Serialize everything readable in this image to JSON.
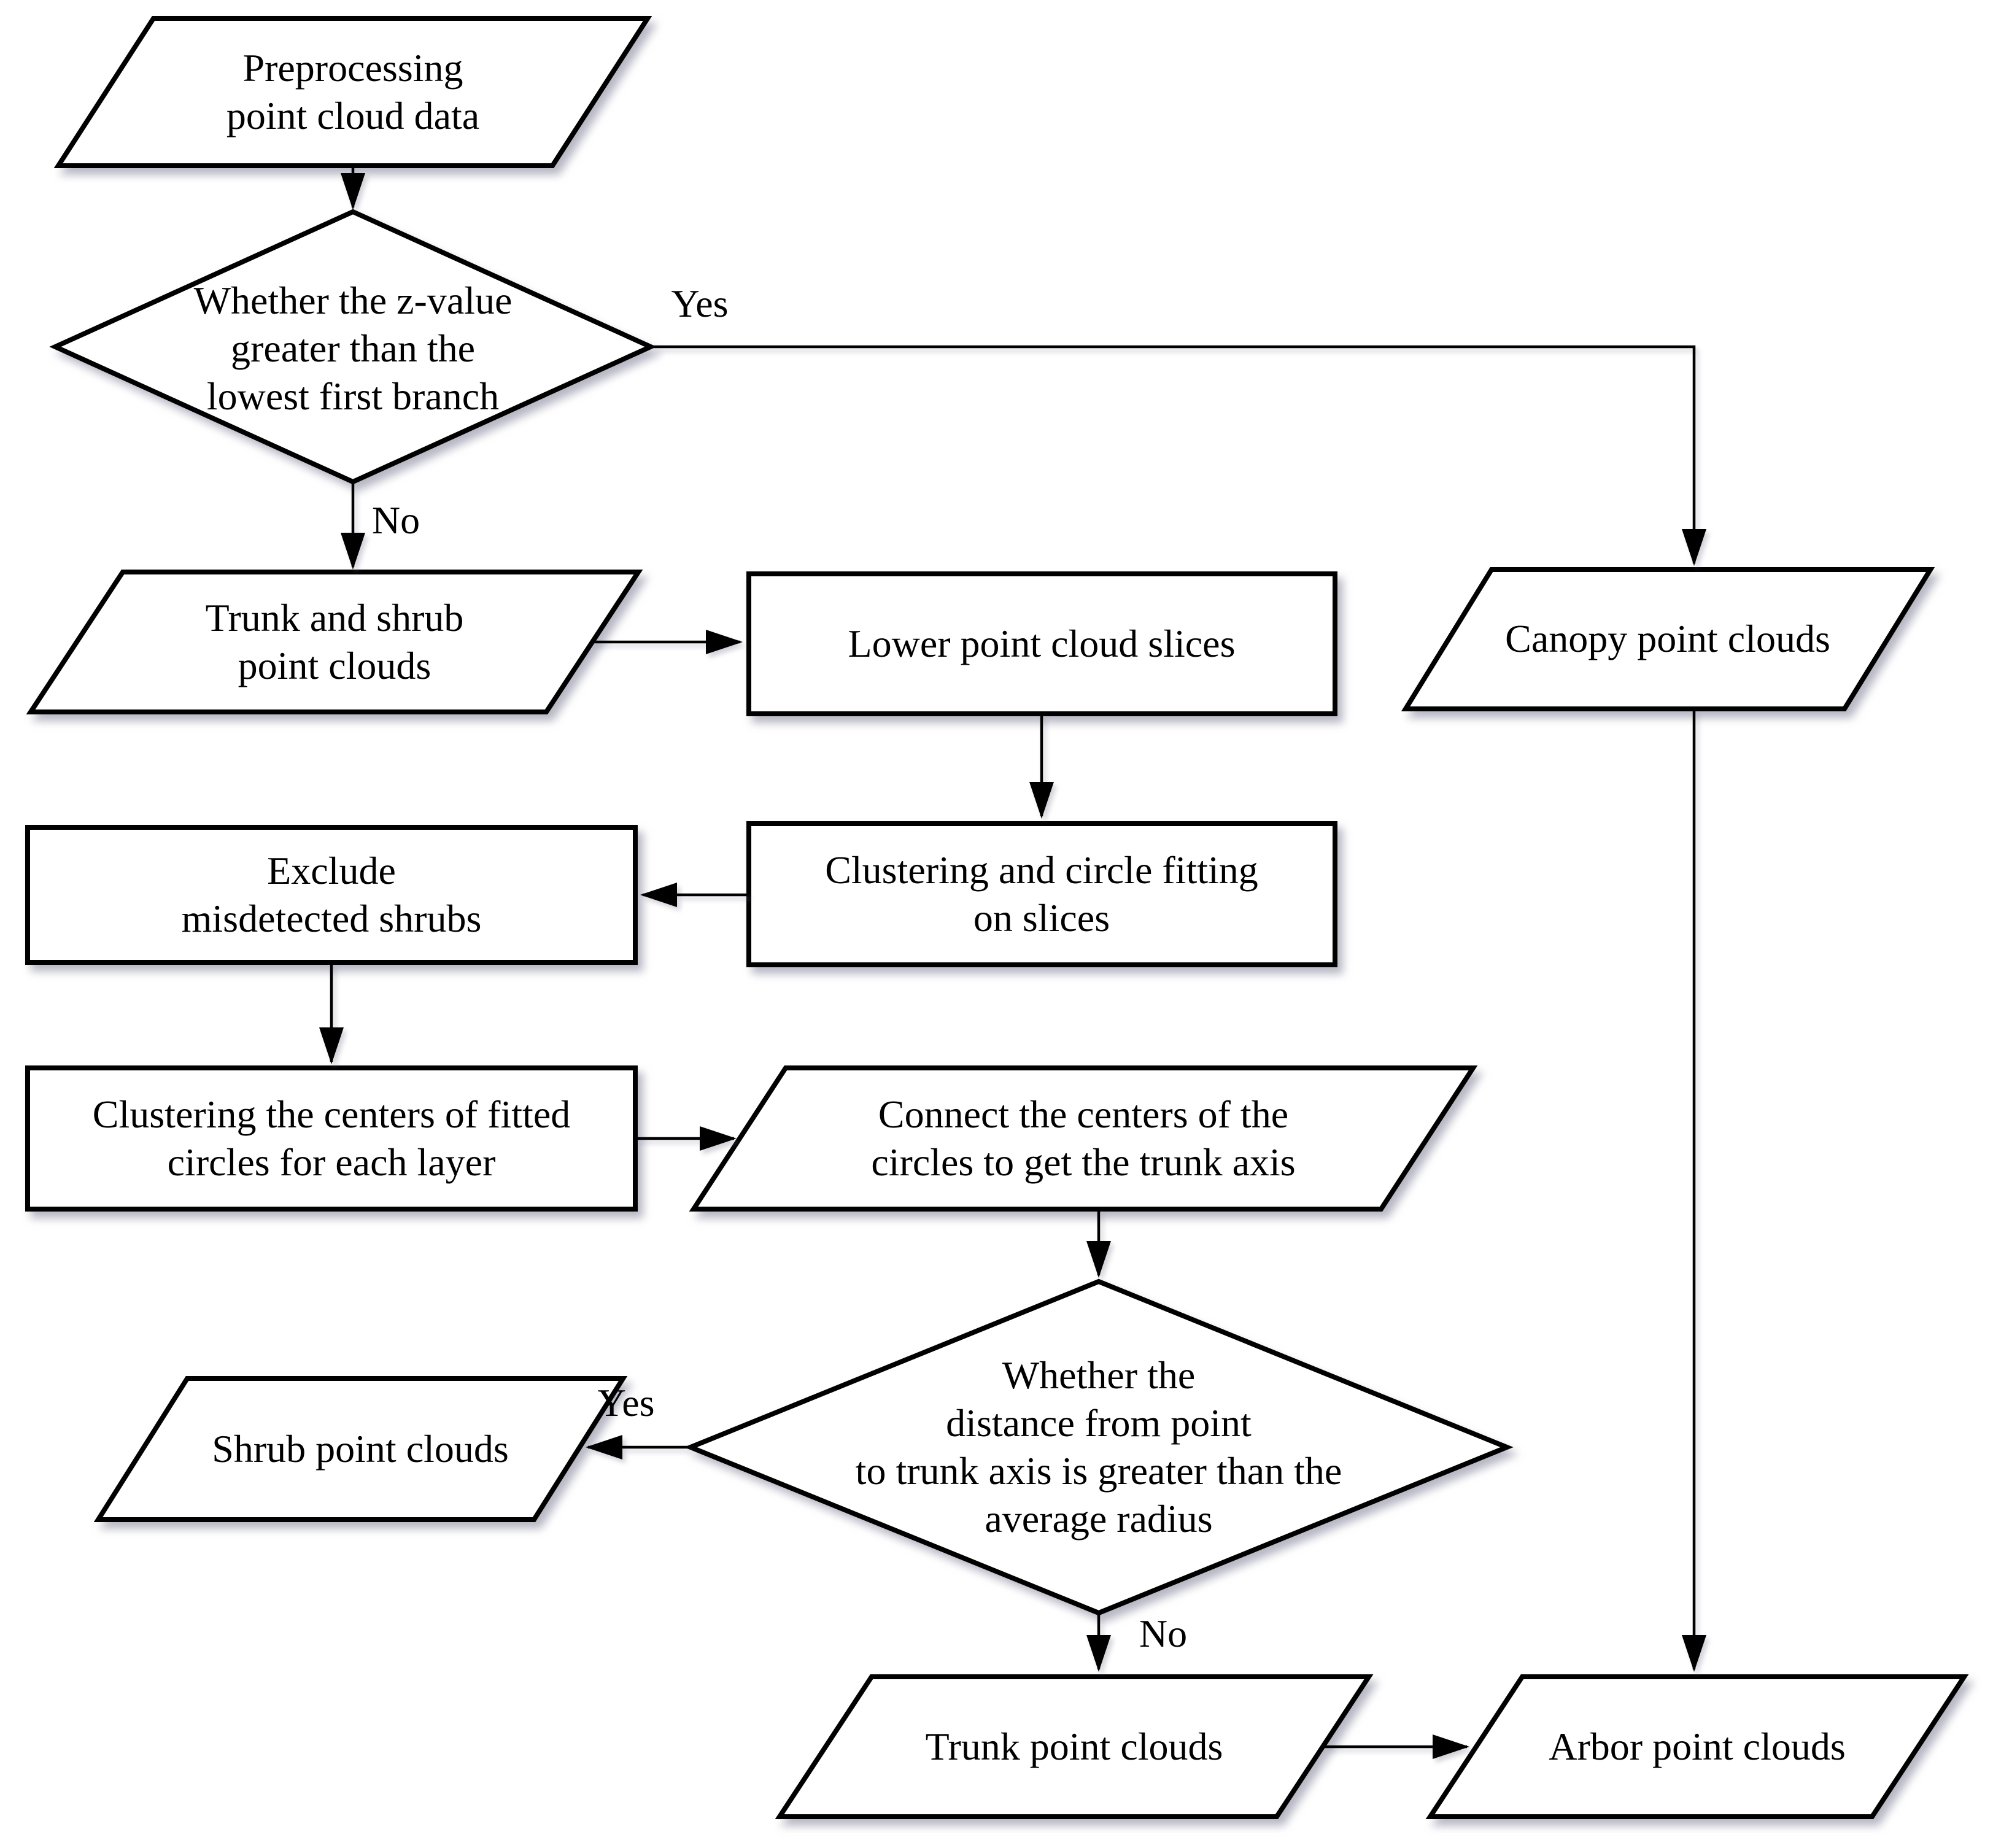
{
  "figure": {
    "type": "flowchart",
    "colors": {
      "stroke": "#000000",
      "shape_fill": "#ffffff",
      "background": "#ffffff",
      "shadow": "#7d7d96"
    }
  },
  "nodes": {
    "preprocessing": {
      "type": "parallelogram",
      "label": "Preprocessing\npoint cloud data"
    },
    "z_value_decision": {
      "type": "decision",
      "label": "Whether the z-value\ngreater than the\nlowest first branch"
    },
    "trunk_and_shrub": {
      "type": "parallelogram",
      "label": "Trunk and shrub\npoint clouds"
    },
    "lower_slices": {
      "type": "process",
      "label": "Lower point cloud slices"
    },
    "canopy": {
      "type": "parallelogram",
      "label": "Canopy point clouds"
    },
    "clustering_fitting": {
      "type": "process",
      "label": "Clustering and circle fitting\non slices"
    },
    "exclude_shrubs": {
      "type": "process",
      "label": "Exclude\nmisdetected shrubs"
    },
    "clustering_centers": {
      "type": "process",
      "label": "Clustering the centers of fitted\ncircles for each layer"
    },
    "connect_centers": {
      "type": "parallelogram",
      "label": "Connect the centers of the\ncircles to get the trunk axis"
    },
    "distance_decision": {
      "type": "decision",
      "label": "Whether the\ndistance from point\nto trunk axis is greater than the\naverage radius"
    },
    "shrub": {
      "type": "parallelogram",
      "label": "Shrub point clouds"
    },
    "trunk": {
      "type": "parallelogram",
      "label": "Trunk point clouds"
    },
    "arbor": {
      "type": "parallelogram",
      "label": "Arbor point clouds"
    }
  },
  "edge_labels": {
    "z_yes": {
      "label": "Yes"
    },
    "z_no": {
      "label": "No"
    },
    "dist_yes": {
      "label": "Yes"
    },
    "dist_no": {
      "label": "No"
    }
  }
}
